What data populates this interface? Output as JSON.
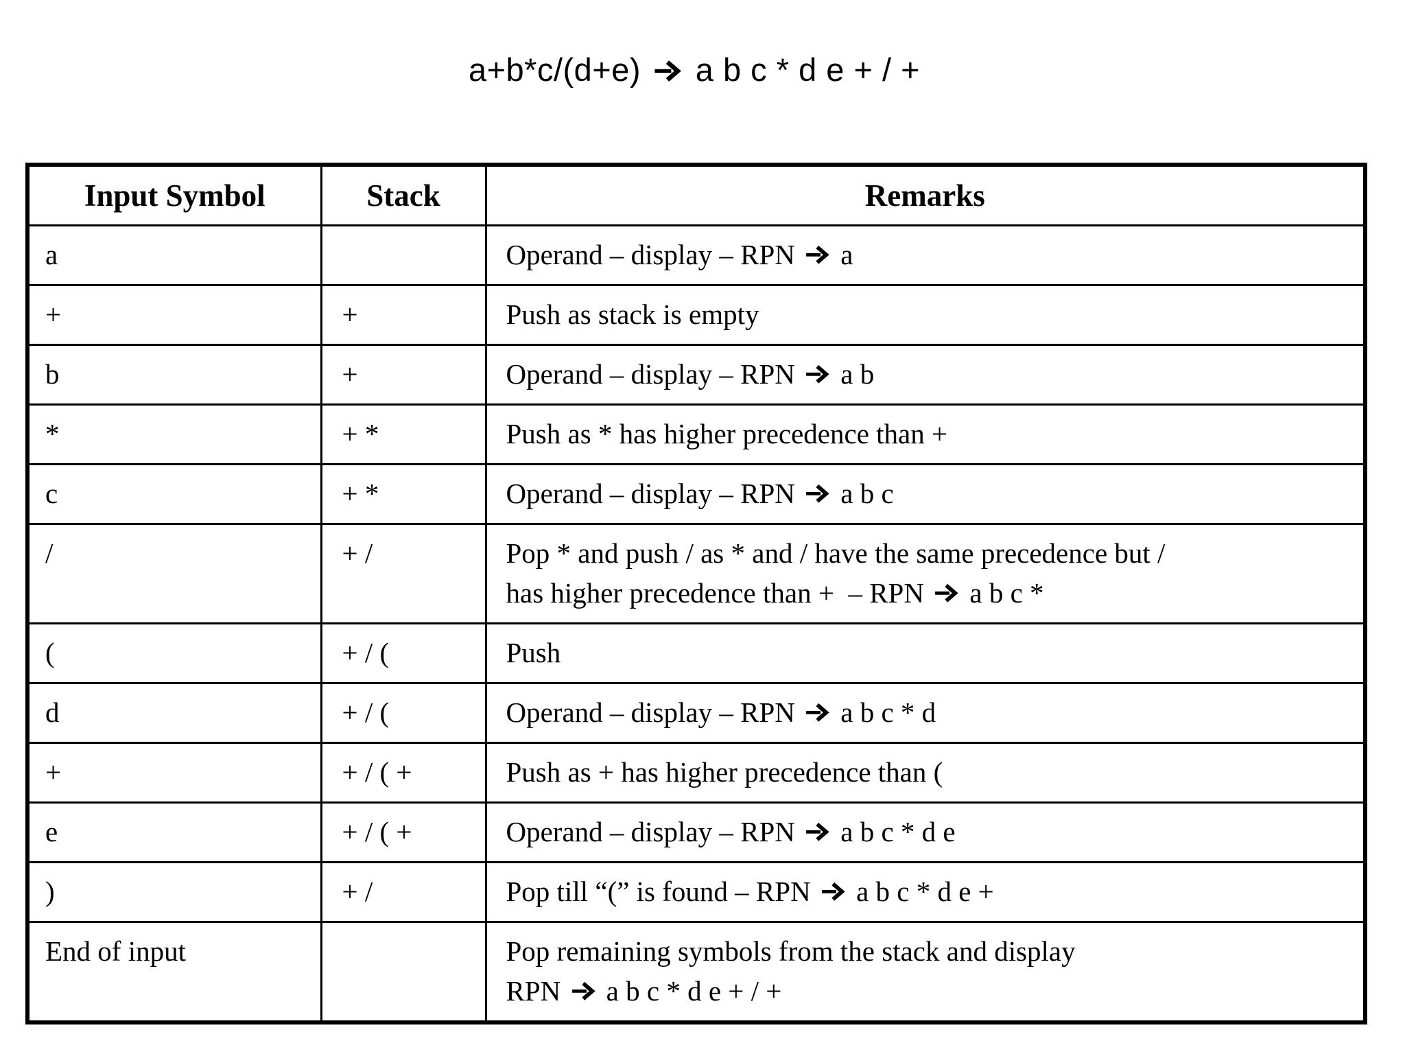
{
  "title": "a+b*c/(d+e) → a b c * d e + / +",
  "table": {
    "headers": [
      "Input Symbol",
      "Stack",
      "Remarks"
    ],
    "rows": [
      {
        "input": "a",
        "stack": "",
        "remarks": "Operand – display – RPN → a"
      },
      {
        "input": "+",
        "stack": "+",
        "remarks": "Push as stack is empty"
      },
      {
        "input": "b",
        "stack": "+",
        "remarks": "Operand – display – RPN → a b"
      },
      {
        "input": "*",
        "stack": "+ *",
        "remarks": "Push as * has higher precedence than +"
      },
      {
        "input": "c",
        "stack": "+ *",
        "remarks": "Operand – display – RPN → a b c"
      },
      {
        "input": "/",
        "stack": "+ /",
        "remarks": "Pop * and push / as * and / have the same precedence but /\nhas higher precedence than +  – RPN → a b c *"
      },
      {
        "input": "(",
        "stack": "+ / (",
        "remarks": "Push"
      },
      {
        "input": "d",
        "stack": "+ / (",
        "remarks": "Operand – display – RPN → a b c * d"
      },
      {
        "input": "+",
        "stack": "+ / ( +",
        "remarks": "Push as + has higher precedence than ("
      },
      {
        "input": "e",
        "stack": "+ / ( +",
        "remarks": "Operand – display – RPN → a b c * d e"
      },
      {
        "input": ")",
        "stack": "+ /",
        "remarks": "Pop till “(” is found – RPN → a b c * d e +"
      },
      {
        "input": "End of input",
        "stack": "",
        "remarks": "Pop remaining symbols from the stack and display\nRPN → a b c * d e + / +"
      }
    ]
  }
}
